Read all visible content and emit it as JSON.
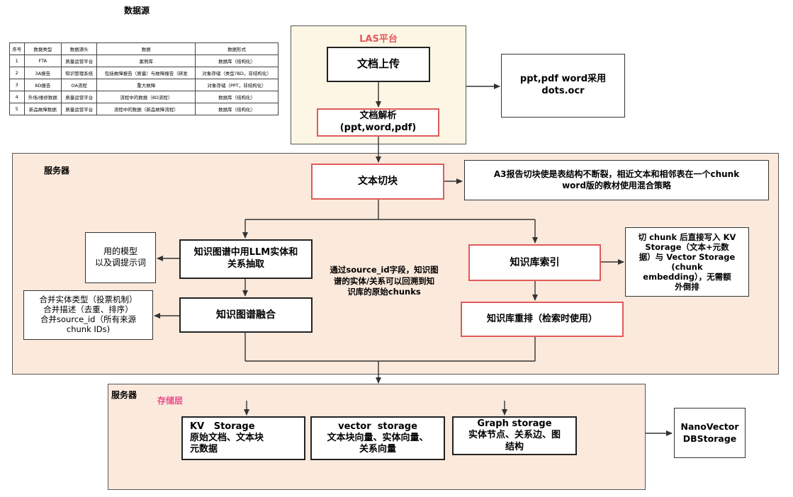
{
  "data_source": {
    "title": "数据源",
    "columns": [
      "序号",
      "数据类型",
      "数据源头",
      "数据",
      "数据形式"
    ],
    "rows": [
      [
        "1",
        "FTA",
        "质量运营平台",
        "案例库",
        "数据库（结构化）"
      ],
      [
        "2",
        "3A报告",
        "知识管理系统",
        "包括故障报告（质量）与故障报告（研发",
        "对象存储（类型?BD，非结构化）"
      ],
      [
        "3",
        "8D报告",
        "OA流程",
        "重大故障",
        "对象存储（PPT，非结构化）"
      ],
      [
        "4",
        "外场/维修数据",
        "质量运营平台",
        "流程中的数据（8D流程）",
        "数据库（结构化）"
      ],
      [
        "5",
        "新品故障数据",
        "质量运营平台",
        "流程中的数据（新品故障流程）",
        "数据库（结构化）"
      ]
    ]
  },
  "las": {
    "title": "LAS平台",
    "upload": "文档上传",
    "parse_line1": "文档解析",
    "parse_line2": "(ppt,word,pdf)",
    "ocr_note_line1": "ppt,pdf word采用",
    "ocr_note_line2": "dots.ocr"
  },
  "server": {
    "title": "服务器",
    "chunk": "文本切块",
    "chunk_note_line1": "A3报告切块使是表结构不断裂，相近文本和相邻表在一个chunk",
    "chunk_note_line2": "word版的教材使用混合策略",
    "kg_extract_line1": "知识图谱中用LLM实体和",
    "kg_extract_line2": "关系抽取",
    "model_note_line1": "用的模型",
    "model_note_line2": "以及调提示词",
    "kg_merge": "知识图谱融合",
    "merge_note_line1": "合并实体类型（投票机制）",
    "merge_note_line2": "合并描述（去重、排序）",
    "merge_note_line3": "合并source_id（所有来源",
    "merge_note_line4": "chunk IDs)",
    "source_id_note_line1": "通过source_id字段，知识图",
    "source_id_note_line2": "谱的实体/关系可以回溯到知",
    "source_id_note_line3": "识库的原始chunks",
    "kb_index": "知识库索引",
    "kb_rerank": "知识库重排（检索时使用）",
    "kv_note_line1": "切 chunk 后直接写入 KV",
    "kv_note_line2": "Storage（文本+元数",
    "kv_note_line3": "据）与 Vector Storage",
    "kv_note_line4": "(chunk",
    "kv_note_line5": "embedding），无需额",
    "kv_note_line6": "外倒排"
  },
  "storage": {
    "server_title": "服务器",
    "title": "存储层",
    "kv_line1": "KV   Storage",
    "kv_line2": "原始文档、文本块",
    "kv_line3": "元数据",
    "vector_line1": "vector  storage",
    "vector_line2": "文本块向量、实体向量、",
    "vector_line3": "关系向量",
    "graph_line1": "Graph storage",
    "graph_line2": "实体节点、关系边、图",
    "graph_line3": "结构",
    "nano_line1": "NanoVector",
    "nano_line2": "DBStorage"
  },
  "colors": {
    "server_bg": "#fbe9dc",
    "las_bg": "#fdf6e5",
    "las_title": "#e05a5a",
    "storage_title": "#e84e8a",
    "red_border": "#e05a5a"
  }
}
